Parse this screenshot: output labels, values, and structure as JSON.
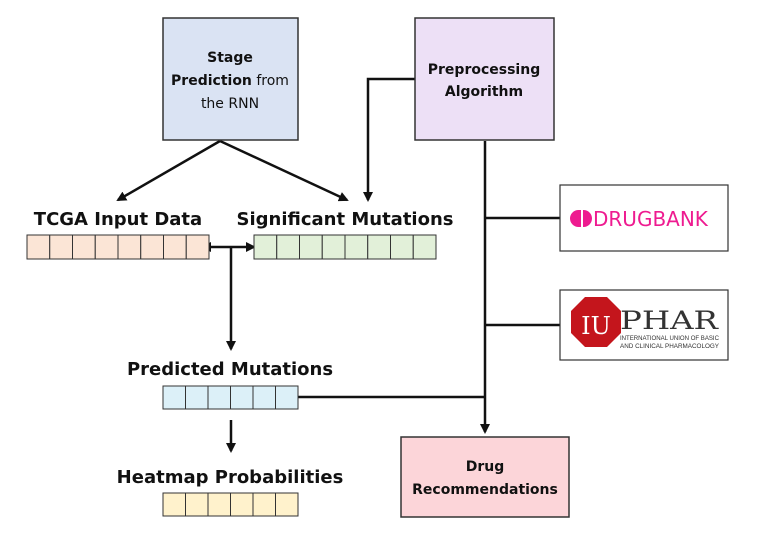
{
  "boxes": {
    "stage_prediction": {
      "line1": "Stage",
      "line2_bold": "Prediction",
      "line2_rest": " from",
      "line3": "the RNN",
      "fill": "#dae3f3",
      "stroke": "#333333"
    },
    "preprocessing": {
      "line1": "Preprocessing",
      "line2": "Algorithm",
      "fill": "#ede0f6",
      "stroke": "#333333"
    },
    "drug_recommendations": {
      "line1": "Drug",
      "line2": "Recommendations",
      "fill": "#fcd5d9",
      "stroke": "#333333"
    }
  },
  "headings": {
    "tcga": "TCGA Input Data",
    "significant": "Significant Mutations",
    "predicted": "Predicted Mutations",
    "heatmap": "Heatmap Probabilities"
  },
  "arrays": {
    "tcga": {
      "cells": 8,
      "fill": "#fbe5d6"
    },
    "significant": {
      "cells": 8,
      "fill": "#e2f0d9"
    },
    "predicted": {
      "cells": 6,
      "fill": "#dcf0f8"
    },
    "heatmap": {
      "cells": 6,
      "fill": "#fff2cc"
    }
  },
  "logos": {
    "drugbank": {
      "prefix": "D",
      "text": "RUGBANK",
      "icon": "drugbank-pill-icon",
      "color": "#ee1b90"
    },
    "iuphar": {
      "badge": "IU",
      "text": "PHAR",
      "sub1": "INTERNATIONAL UNION OF BASIC",
      "sub2": "AND CLINICAL PHARMACOLOGY",
      "icon": "iuphar-octagon-icon",
      "badge_color": "#c4151c"
    }
  },
  "colors": {
    "line": "#111111"
  }
}
